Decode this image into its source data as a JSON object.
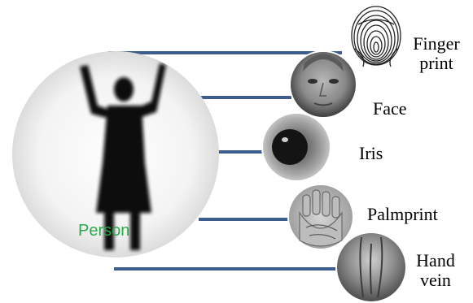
{
  "person_label": "Person",
  "modalities": [
    {
      "name": "fingerprint",
      "label_lines": [
        "Finger",
        "print"
      ],
      "icon": "fingerprint-icon"
    },
    {
      "name": "face",
      "label_lines": [
        "Face"
      ],
      "icon": "face-icon"
    },
    {
      "name": "iris",
      "label_lines": [
        "Iris"
      ],
      "icon": "eye-icon"
    },
    {
      "name": "palmprint",
      "label_lines": [
        "Palmprint"
      ],
      "icon": "palm-icon"
    },
    {
      "name": "hand-vein",
      "label_lines": [
        "Hand",
        "vein"
      ],
      "icon": "hand-vein-icon"
    }
  ],
  "colors": {
    "connector": "#3d5d8e",
    "person_label": "#2aa84a"
  }
}
